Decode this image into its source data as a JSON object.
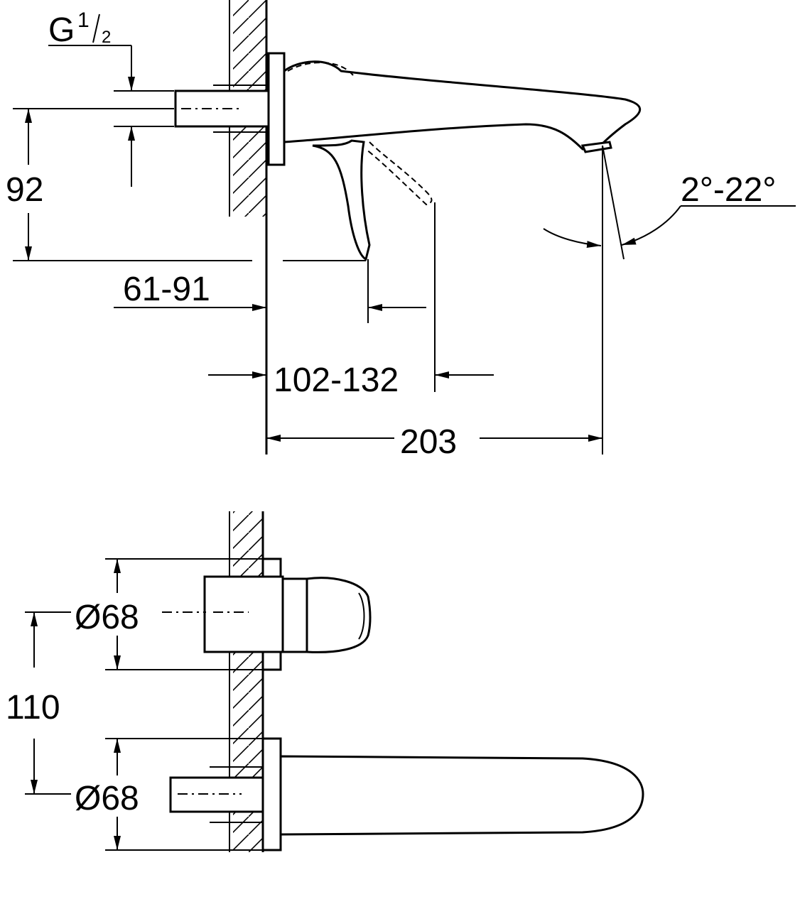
{
  "top_view": {
    "thread_label": "G",
    "thread_num": "1",
    "thread_den": "2",
    "height_dim": "92",
    "wall_depth_dim": "61-91",
    "lever_reach_dim": "102-132",
    "projection_dim": "203",
    "angle_dim": "2°-22°"
  },
  "bottom_view": {
    "upper_diameter_dim": "Ø68",
    "lower_diameter_dim": "Ø68",
    "spacing_dim": "110"
  }
}
